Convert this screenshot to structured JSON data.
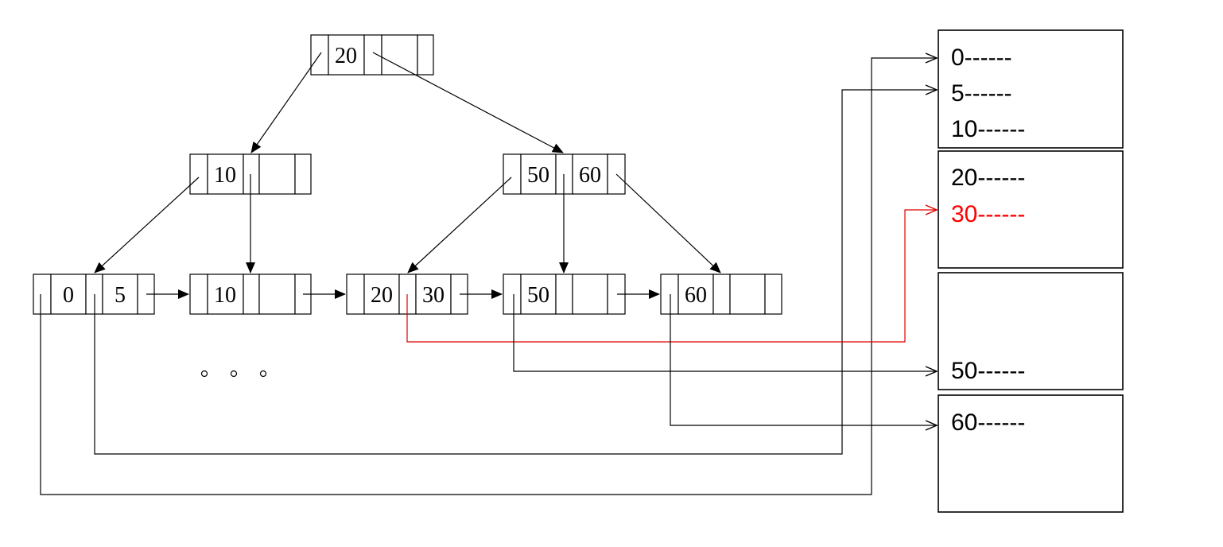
{
  "tree": {
    "root": {
      "keys": [
        "20",
        ""
      ]
    },
    "inner": [
      {
        "keys": [
          "10",
          ""
        ]
      },
      {
        "keys": [
          "50",
          "60"
        ]
      }
    ],
    "leaves": [
      {
        "keys": [
          "0",
          "5"
        ]
      },
      {
        "keys": [
          "10",
          ""
        ]
      },
      {
        "keys": [
          "20",
          "30"
        ]
      },
      {
        "keys": [
          "50",
          ""
        ]
      },
      {
        "keys": [
          "60",
          ""
        ]
      }
    ],
    "ellipsis_dots": 3
  },
  "pages": [
    {
      "records": [
        {
          "text": "0------"
        },
        {
          "text": "5------"
        },
        {
          "text": "10------"
        }
      ]
    },
    {
      "records": [
        {
          "text": "20------"
        },
        {
          "text": "30------",
          "highlight": true
        }
      ]
    },
    {
      "records": [
        {
          "text": "50------"
        }
      ]
    },
    {
      "records": [
        {
          "text": "60------"
        }
      ]
    }
  ],
  "colors": {
    "line": "#000000",
    "highlight": "#ff0000"
  }
}
